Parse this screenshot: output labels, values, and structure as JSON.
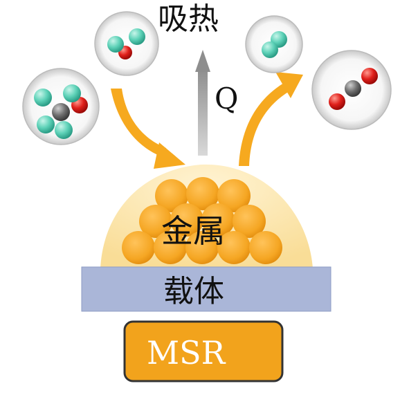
{
  "labels": {
    "endothermic": "吸热",
    "heat": "Q",
    "metal": "金属",
    "support": "载体",
    "process": "MSR"
  },
  "colors": {
    "metal_orange": "#f5a623",
    "dome_fill": "#fbe7b0",
    "support_blue": "#aab6d8",
    "msr_box": "#f2a31c",
    "heat_arrow": "#a3a3a3",
    "flow_arrow": "#f6a91f",
    "atom_hydrogen": "#5ed2b8",
    "atom_oxygen": "#e0201b",
    "atom_carbon": "#707070"
  },
  "molecules": {
    "reactants": [
      "methanol",
      "water"
    ],
    "products": [
      "hydrogen",
      "carbon-dioxide"
    ]
  },
  "icons": [
    "methanol-molecule-icon",
    "water-molecule-icon",
    "hydrogen-molecule-icon",
    "carbon-dioxide-molecule-icon",
    "heat-arrow",
    "reactant-arrow",
    "product-arrow"
  ]
}
